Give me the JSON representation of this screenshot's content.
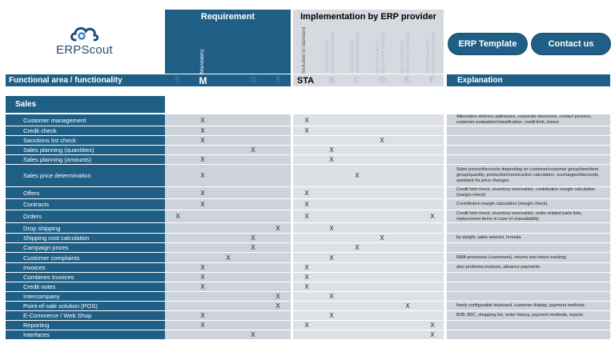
{
  "logo": {
    "text": "ERPScout",
    "icon": "cloud-logo-icon"
  },
  "headers": {
    "requirement": "Requirement",
    "implementation": "Implementation by ERP provider",
    "functional_area": "Functional area / functionality",
    "explanation": "Explanation",
    "req_letters": [
      "S",
      "M",
      "",
      "O",
      "E"
    ],
    "impl_letters": [
      "STA",
      "B",
      "C",
      "D",
      "E",
      "F"
    ]
  },
  "vertical_labels": {
    "req": [
      "Mandatory"
    ],
    "impl": [
      "Included in standard",
      "not included in document sample",
      "not included in document sample",
      "not included in document sample",
      "not included in document sample",
      "not included in document sample"
    ]
  },
  "buttons": {
    "template": "ERP Template",
    "contact": "Contact us"
  },
  "section": {
    "title": "Sales"
  },
  "rows": [
    {
      "name": "Customer management",
      "req": 1,
      "impl": 0,
      "expl": "Alternative delivery addresses, corporate structures, contact persons, customer evaluation/classification, credit limit, bonus"
    },
    {
      "name": "Credit check",
      "req": 1,
      "impl": 0,
      "expl": ""
    },
    {
      "name": "Sanctions list check",
      "req": 1,
      "impl": 3,
      "expl": ""
    },
    {
      "name": "Sales planning (quantities)",
      "req": 3,
      "impl": 1,
      "expl": ""
    },
    {
      "name": "Sales planning (amounts)",
      "req": 1,
      "impl": 1,
      "expl": ""
    },
    {
      "name": "Sales price determination",
      "req": 1,
      "impl": 2,
      "expl": "Sales prices/discounts depending on customer/customer group/item/item group/quantity, production/construction calculation, surcharges/discounts, assistant for price changes"
    },
    {
      "name": "Offers",
      "req": 1,
      "impl": 0,
      "expl": "Credit limit check, inventory reservation, contribution margin calculation (margin check)"
    },
    {
      "name": "Contracts",
      "req": 1,
      "impl": 0,
      "expl": "Contribution margin calculation (margin check)"
    },
    {
      "name": "Orders",
      "req": 0,
      "impl": 0,
      "impl2": 5,
      "expl": "Credit limit check, inventory reservation, order-related parts lists, replacement items in case of unavailability"
    },
    {
      "name": "Drop shipping",
      "req": 4,
      "impl": 1,
      "expl": ""
    },
    {
      "name": "Shipping cost calculation",
      "req": 3,
      "impl": 3,
      "expl": "by weight, sales amount, formula"
    },
    {
      "name": "Campaign prices",
      "req": 3,
      "impl": 2,
      "expl": ""
    },
    {
      "name": "Customer complaints",
      "req": 2,
      "impl": 1,
      "expl": "RMA processes (customers), returns and return tracking"
    },
    {
      "name": "Invoices",
      "req": 1,
      "impl": 0,
      "expl": "also proforma invoices, advance payments"
    },
    {
      "name": "Combines Invoices",
      "req": 1,
      "impl": 0,
      "expl": ""
    },
    {
      "name": "Credit notes",
      "req": 1,
      "impl": 0,
      "expl": ""
    },
    {
      "name": "Intercompany",
      "req": 4,
      "impl": 1,
      "expl": ""
    },
    {
      "name": "Point-of-sale solution (POS)",
      "req": 4,
      "impl": 4,
      "expl": "freely configurable keyboard, customer display, payment methods"
    },
    {
      "name": "E-Commerce / Web Shop",
      "req": 1,
      "impl": 1,
      "expl": "B2B, B2C, shopping list, order history, payment methods, reports"
    },
    {
      "name": "Reporting",
      "req": 1,
      "impl": 0,
      "impl2": 5,
      "expl": ""
    },
    {
      "name": "Interfaces",
      "req": 3,
      "impl": 5,
      "expl": ""
    }
  ],
  "mark": "X",
  "colors": {
    "primary": "#1f5f86",
    "light_grey": "#cdd3da"
  }
}
